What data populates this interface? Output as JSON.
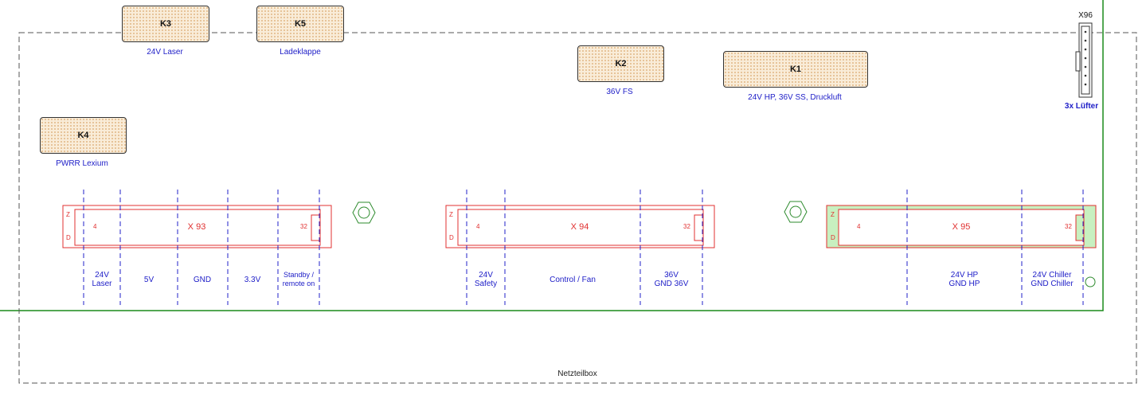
{
  "footer_label": "Netzteilbox",
  "relays": [
    {
      "id": "k3",
      "name": "K3",
      "caption": "24V Laser"
    },
    {
      "id": "k5",
      "name": "K5",
      "caption": "Ladeklappe"
    },
    {
      "id": "k2",
      "name": "K2",
      "caption": "36V FS"
    },
    {
      "id": "k1",
      "name": "K1",
      "caption": "24V HP, 36V SS, Druckluft"
    },
    {
      "id": "k4",
      "name": "K4",
      "caption": "PWRR Lexium"
    }
  ],
  "fan_connector": {
    "name": "X96",
    "caption": "3x Lüfter"
  },
  "terminals": [
    {
      "name": "X 93",
      "pin_start": "4",
      "pin_end": "32",
      "row_top": "Z",
      "row_bottom": "D"
    },
    {
      "name": "X 94",
      "pin_start": "4",
      "pin_end": "32",
      "row_top": "Z",
      "row_bottom": "D"
    },
    {
      "name": "X 95",
      "pin_start": "4",
      "pin_end": "32",
      "row_top": "Z",
      "row_bottom": "D"
    }
  ],
  "groups": [
    {
      "id": "x93-24v-laser",
      "lines": [
        "24V",
        "Laser"
      ]
    },
    {
      "id": "x93-5v",
      "lines": [
        "5V"
      ]
    },
    {
      "id": "x93-gnd",
      "lines": [
        "GND"
      ]
    },
    {
      "id": "x93-3v3",
      "lines": [
        "3.3V"
      ]
    },
    {
      "id": "x93-standby",
      "lines": [
        "Standby /",
        "remote on"
      ]
    },
    {
      "id": "x94-24v-safety",
      "lines": [
        "24V",
        "Safety"
      ]
    },
    {
      "id": "x94-control-fan",
      "lines": [
        "Control / Fan"
      ]
    },
    {
      "id": "x94-36v",
      "lines": [
        "36V",
        "GND 36V"
      ]
    },
    {
      "id": "x95-24v-hp",
      "lines": [
        "24V HP",
        "GND HP"
      ]
    },
    {
      "id": "x95-24v-chiller",
      "lines": [
        "24V Chiller",
        "GND Chiller"
      ]
    }
  ],
  "colors": {
    "board_outline": "#1a8a1a",
    "box_dashed": "#555555",
    "separator": "#2020c8",
    "terminal_outline": "#e03030",
    "terminal_text": "#e03030",
    "label_text": "#2020c8",
    "relay_fill": "#f9ecd8",
    "highlight_fill": "#c8f0c0",
    "standoff": "#2e8b2e"
  }
}
